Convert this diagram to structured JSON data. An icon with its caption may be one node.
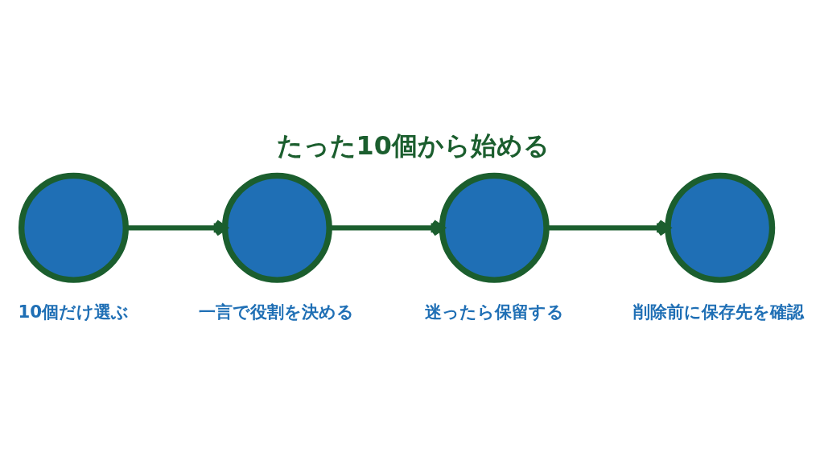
{
  "diagram": {
    "title": "たった10個から始める",
    "nodes": [
      {
        "text": [],
        "shape": "circle",
        "beside": [
          "10個だけ選ぶ"
        ]
      },
      {
        "text": [],
        "shape": "circle",
        "beside": [
          "一言で役割を決める"
        ]
      },
      {
        "text": [],
        "shape": "circle",
        "beside": [
          "迷ったら保留する"
        ]
      },
      {
        "text": [],
        "shape": "circle",
        "beside": [
          "削除前に保存先を確認"
        ]
      }
    ],
    "edges": [
      {
        "from": 0,
        "to": 1,
        "arrow": "to"
      },
      {
        "from": 1,
        "to": 2,
        "arrow": "to"
      },
      {
        "from": 2,
        "to": 3,
        "arrow": "to"
      }
    ]
  }
}
